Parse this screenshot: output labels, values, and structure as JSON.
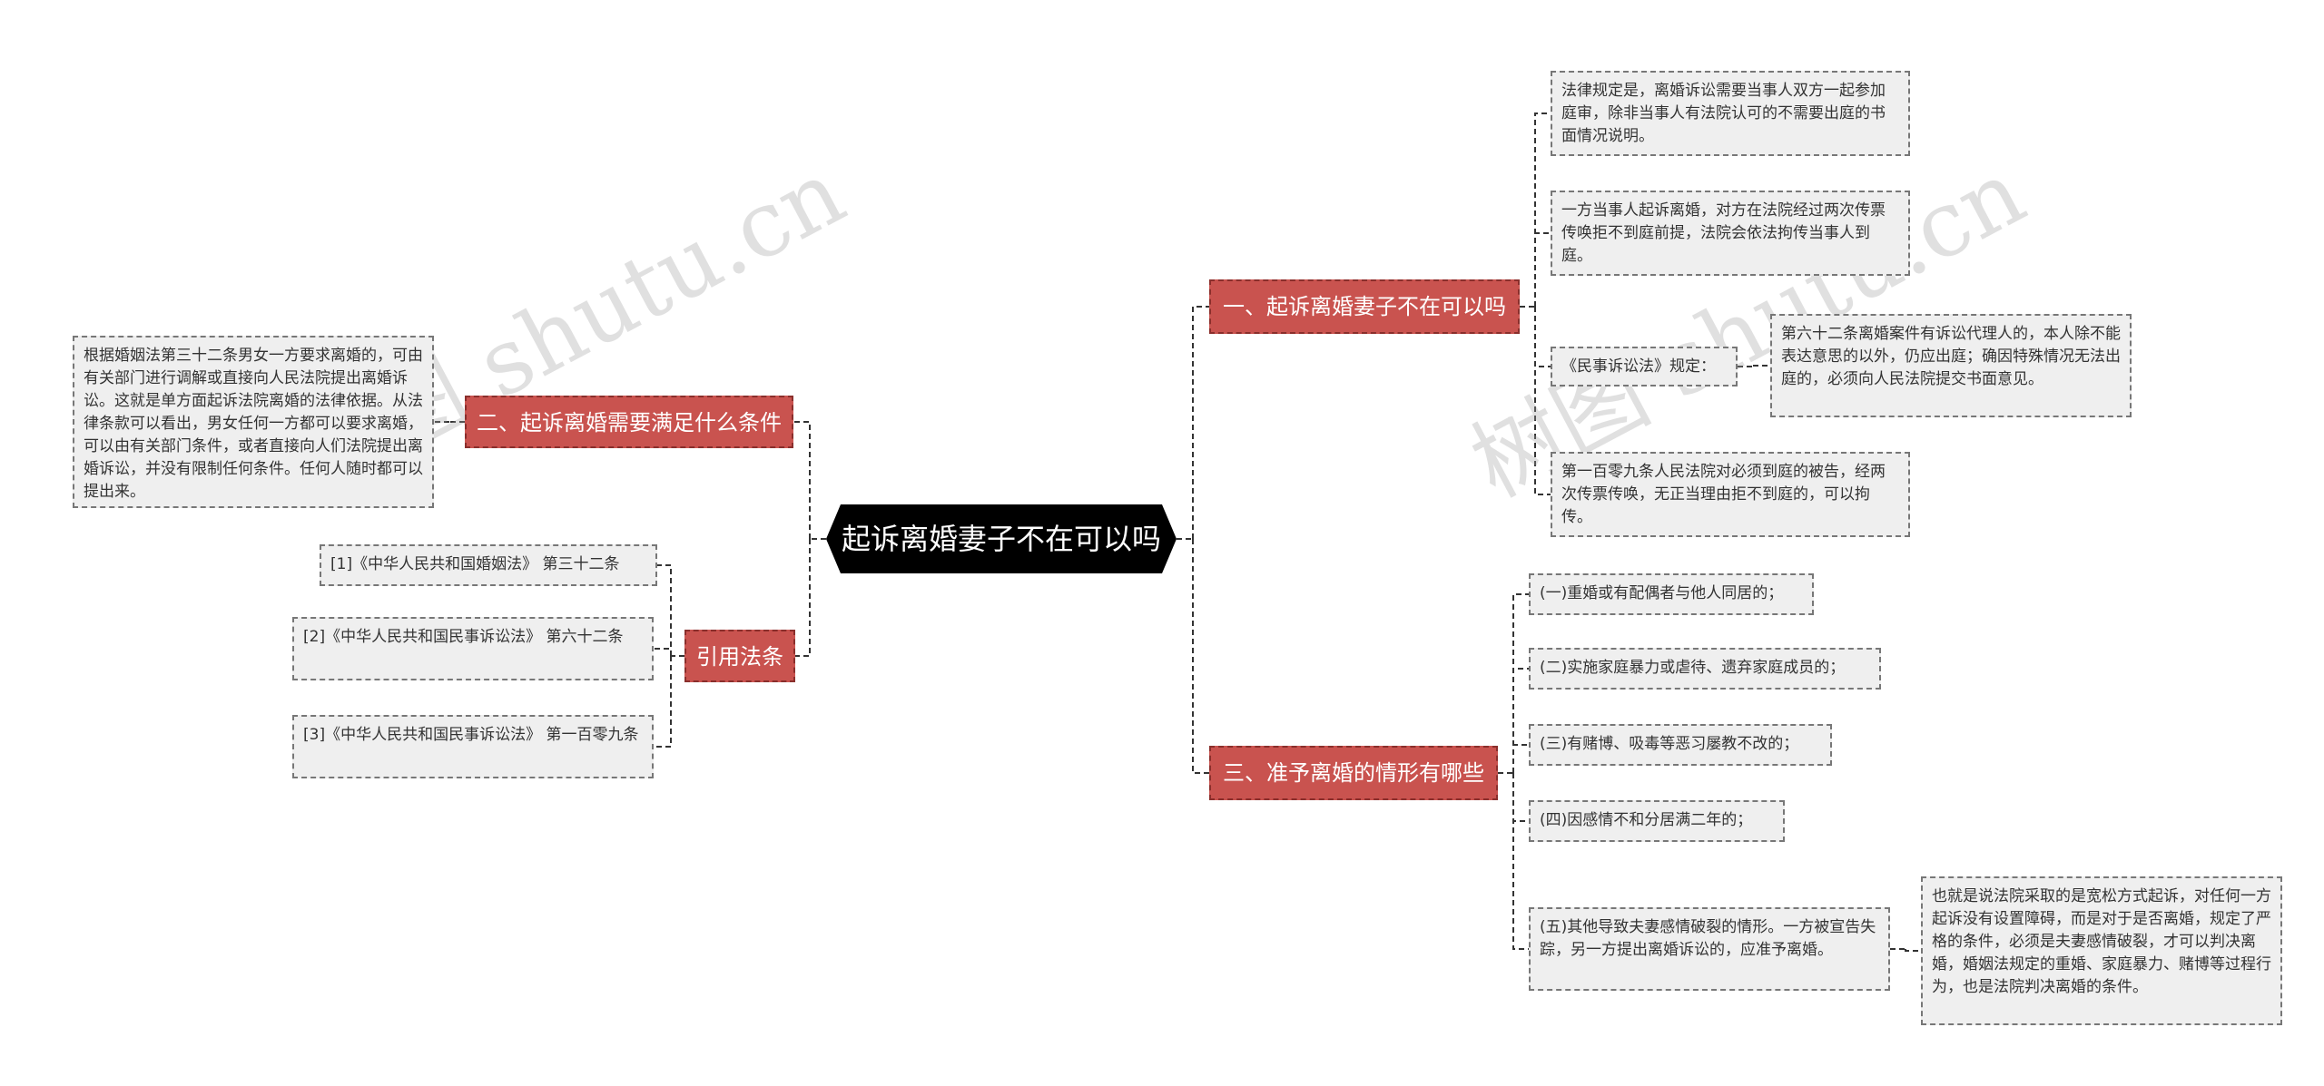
{
  "root": {
    "label": "起诉离婚妻子不在可以吗"
  },
  "branches": {
    "b1": {
      "label": "一、起诉离婚妻子不在可以吗",
      "items": [
        "法律规定是，离婚诉讼需要当事人双方一起参加庭审，除非当事人有法院认可的不需要出庭的书面情况说明。",
        "一方当事人起诉离婚，对方在法院经过两次传票传唤拒不到庭前提，法院会依法拘传当事人到庭。",
        "《民事诉讼法》规定：",
        "第一百零九条人民法院对必须到庭的被告，经两次传票传唤，无正当理由拒不到庭的，可以拘传。"
      ],
      "sub_item": "第六十二条离婚案件有诉讼代理人的，本人除不能表达意思的以外，仍应出庭；确因特殊情况无法出庭的，必须向人民法院提交书面意见。"
    },
    "b2": {
      "label": "二、起诉离婚需要满足什么条件",
      "items": [
        "根据婚姻法第三十二条男女一方要求离婚的，可由有关部门进行调解或直接向人民法院提出离婚诉讼。这就是单方面起诉法院离婚的法律依据。从法律条款可以看出，男女任何一方都可以要求离婚，可以由有关部门条件，或者直接向人们法院提出离婚诉讼，并没有限制任何条件。任何人随时都可以提出来。"
      ]
    },
    "b3": {
      "label": "三、准予离婚的情形有哪些",
      "items": [
        "(一)重婚或有配偶者与他人同居的；",
        "(二)实施家庭暴力或虐待、遗弃家庭成员的；",
        "(三)有赌博、吸毒等恶习屡教不改的；",
        "(四)因感情不和分居满二年的；",
        "(五)其他导致夫妻感情破裂的情形。一方被宣告失踪，另一方提出离婚诉讼的，应准予离婚。"
      ],
      "sub_item": "也就是说法院采取的是宽松方式起诉，对任何一方起诉没有设置障碍，而是对于是否离婚，规定了严格的条件，必须是夫妻感情破裂，才可以判决离婚，婚姻法规定的重婚、家庭暴力、赌博等过程行为，也是法院判决离婚的条件。"
    },
    "b4": {
      "label": "引用法条",
      "items": [
        "[1]《中华人民共和国婚姻法》 第三十二条",
        "[2]《中华人民共和国民事诉讼法》 第六十二条",
        "[3]《中华人民共和国民事诉讼法》 第一百零九条"
      ]
    }
  },
  "watermarks": [
    "树图 shutu.cn",
    "树图 shutu.cn"
  ],
  "colors": {
    "root_fill": "#000000",
    "branch_fill": "#c9534f",
    "leaf_fill": "#efefef",
    "connector": "#333333"
  }
}
